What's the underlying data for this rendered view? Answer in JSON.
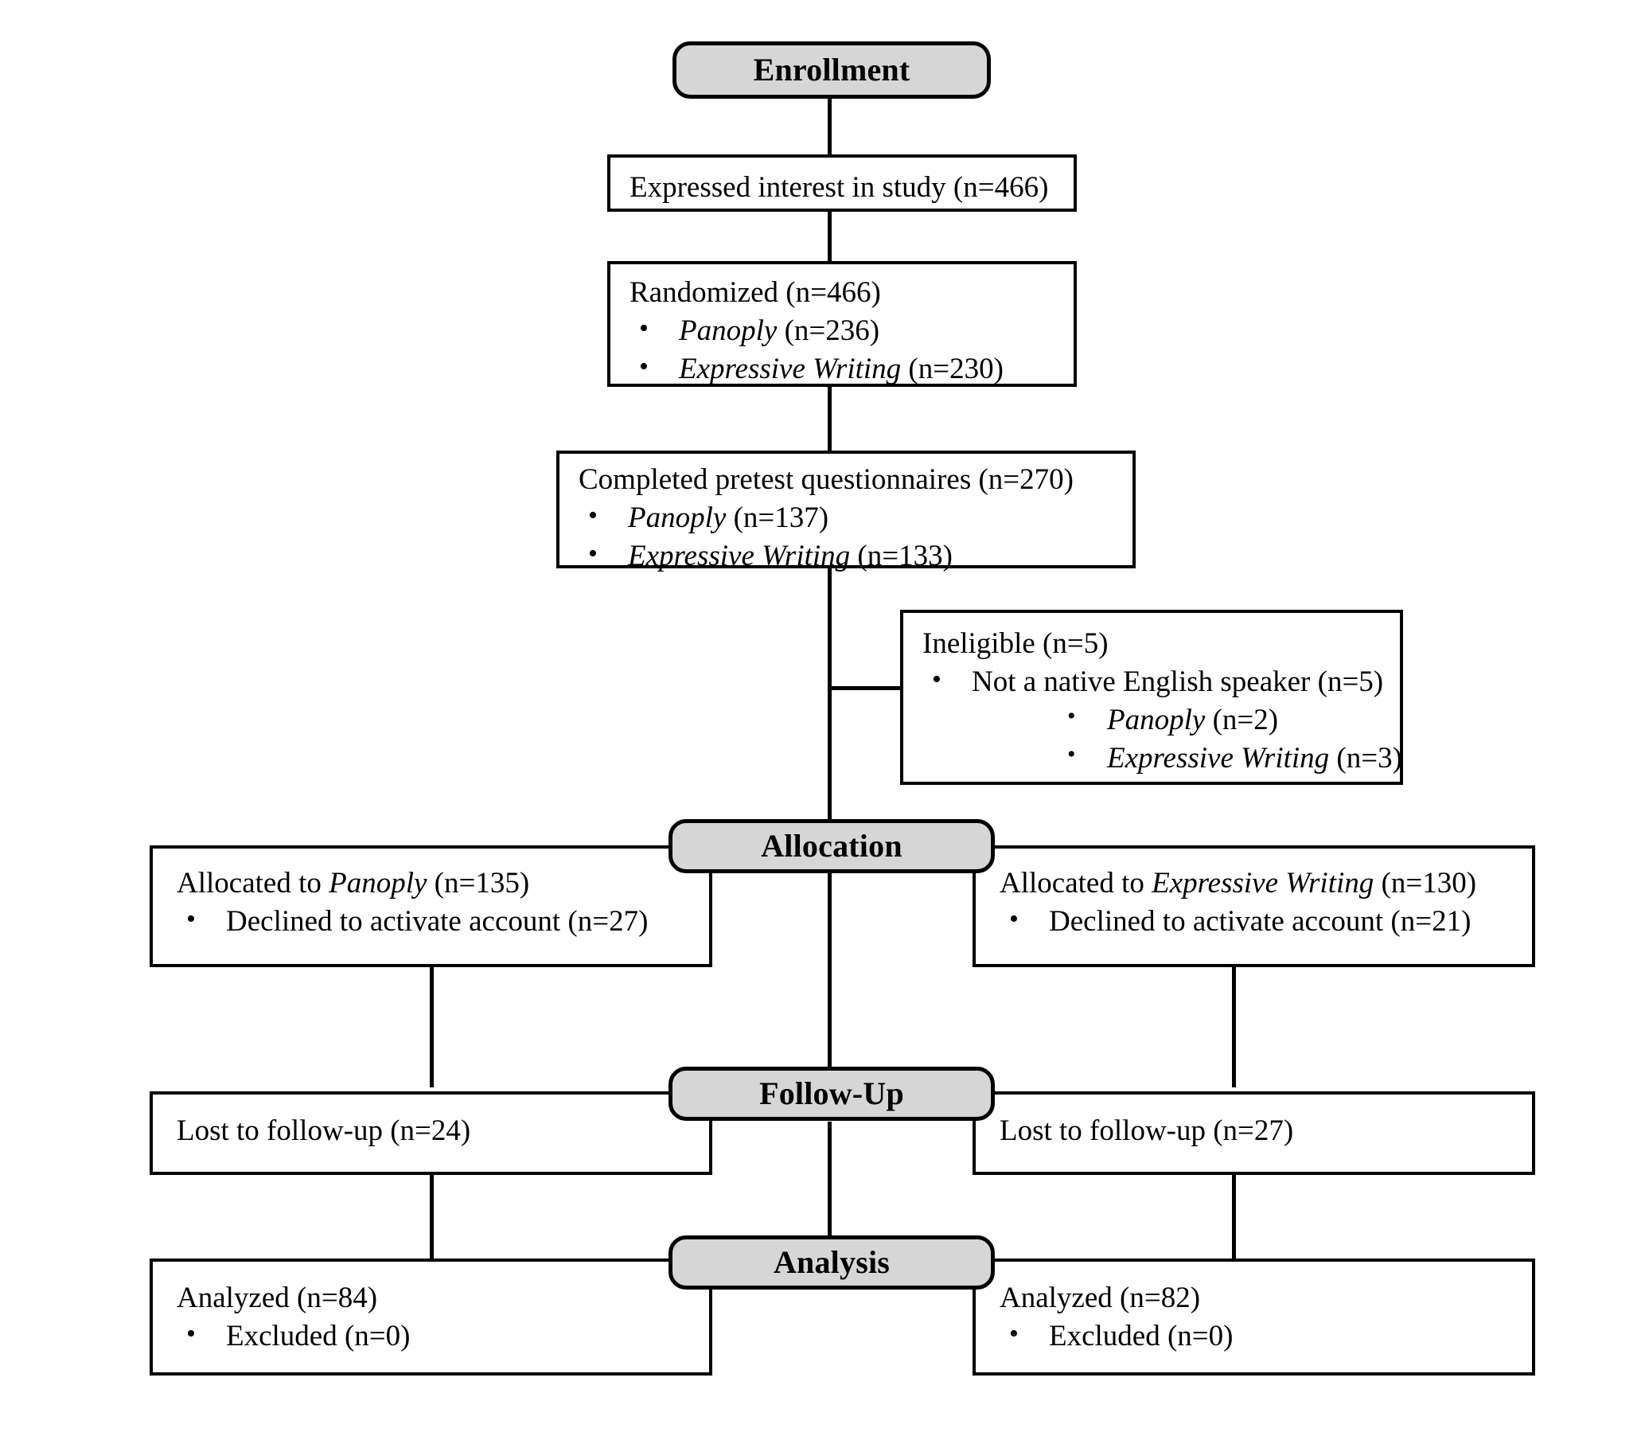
{
  "diagram": {
    "type": "consort-flow-diagram",
    "colors": {
      "header_fill": "#d6d6d6",
      "stroke": "#000000",
      "box_fill": "#ffffff"
    },
    "stage_headers": [
      {
        "id": "enrollment",
        "label": "Enrollment"
      },
      {
        "id": "allocation",
        "label": "Allocation"
      },
      {
        "id": "follow_up",
        "label": "Follow-Up"
      },
      {
        "id": "analysis",
        "label": "Analysis"
      }
    ],
    "nodes": {
      "expressed_interest": {
        "lead": "Expressed interest in study (n=466)"
      },
      "randomized": {
        "lead": "Randomized (n=466)",
        "bullets": [
          {
            "italic": "Panoply",
            "plain": " (n=236)"
          },
          {
            "italic": "Expressive Writing",
            "plain": " (n=230)"
          }
        ]
      },
      "completed_pretest": {
        "lead": "Completed pretest questionnaires (n=270)",
        "bullets": [
          {
            "italic": "Panoply",
            "plain": " (n=137)"
          },
          {
            "italic": "Expressive Writing",
            "plain": " (n=133)"
          }
        ]
      },
      "ineligible": {
        "lead": "Ineligible (n=5)",
        "bullets": [
          {
            "italic": "",
            "plain": "Not a native English speaker (n=5)"
          }
        ],
        "subbullets": [
          {
            "italic": "Panoply",
            "plain": " (n=2)"
          },
          {
            "italic": "Expressive Writing",
            "plain": " (n=3)"
          }
        ]
      },
      "allocated_left": {
        "lead_pre": "Allocated to ",
        "lead_italic": "Panoply",
        "lead_post": " (n=135)",
        "bullets": [
          {
            "italic": "",
            "plain": "Declined to activate account (n=27)"
          }
        ]
      },
      "allocated_right": {
        "lead_pre": "Allocated to ",
        "lead_italic": "Expressive Writing",
        "lead_post": " (n=130)",
        "bullets": [
          {
            "italic": "",
            "plain": "Declined to activate account (n=21)"
          }
        ]
      },
      "lost_left": {
        "lead": "Lost to follow-up (n=24)"
      },
      "lost_right": {
        "lead": "Lost to follow-up (n=27)"
      },
      "analyzed_left": {
        "lead": "Analyzed (n=84)",
        "bullets": [
          {
            "italic": "",
            "plain": "Excluded (n=0)"
          }
        ]
      },
      "analyzed_right": {
        "lead": "Analyzed (n=82)",
        "bullets": [
          {
            "italic": "",
            "plain": "Excluded (n=0)"
          }
        ]
      }
    }
  }
}
